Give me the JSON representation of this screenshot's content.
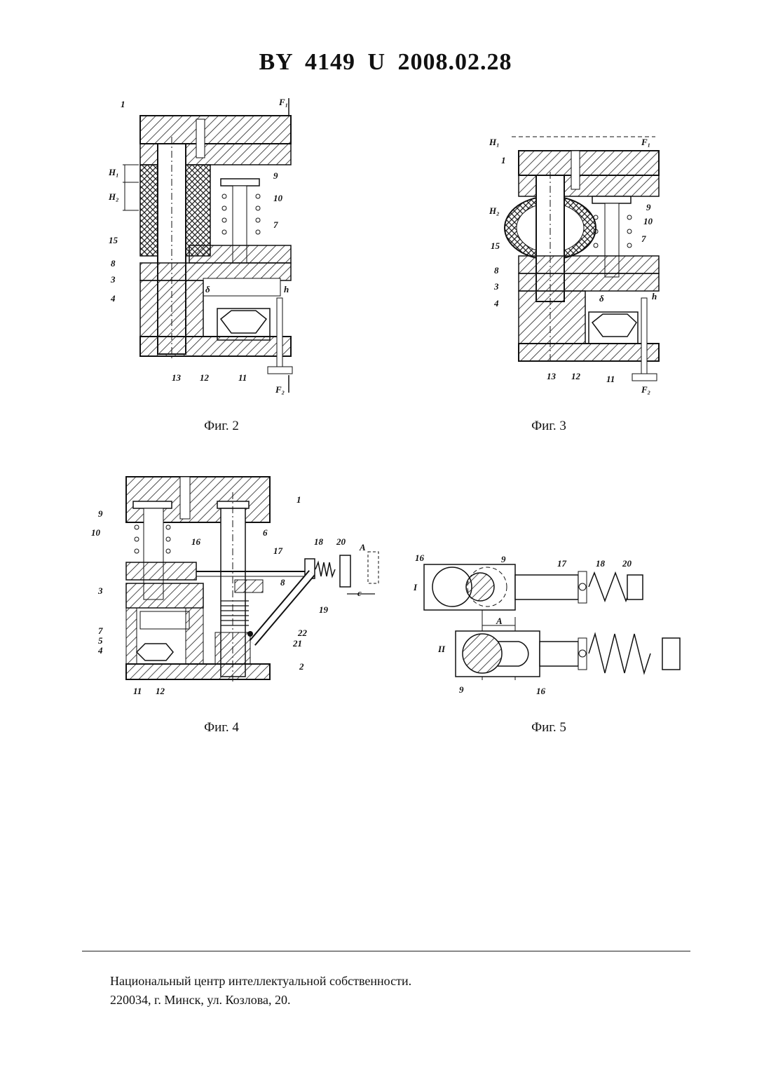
{
  "header": {
    "title": "BY  4149  U  2008.02.28"
  },
  "figures": [
    {
      "caption": "Фиг. 2",
      "labels": [
        "1",
        "F1",
        "H1",
        "H2",
        "9",
        "10",
        "15",
        "7",
        "8",
        "3",
        "δ",
        "h",
        "4",
        "13",
        "12",
        "11",
        "F2"
      ]
    },
    {
      "caption": "Фиг. 3",
      "labels": [
        "H1",
        "F1",
        "1",
        "H2",
        "9",
        "10",
        "15",
        "7",
        "8",
        "3",
        "h",
        "δ",
        "4",
        "13",
        "12",
        "11",
        "F2"
      ]
    },
    {
      "caption": "Фиг. 4",
      "labels": [
        "1",
        "9",
        "10",
        "6",
        "16",
        "17",
        "18",
        "20",
        "A",
        "3",
        "8",
        "c",
        "7",
        "5",
        "4",
        "19",
        "22",
        "21",
        "2",
        "11",
        "12"
      ]
    },
    {
      "caption": "Фиг. 5",
      "labels": [
        "16",
        "9",
        "17",
        "18",
        "20",
        "I",
        "A",
        "II",
        "9",
        "16"
      ]
    }
  ],
  "footer": {
    "line1": "Национальный центр интеллектуальной собственности.",
    "line2": "220034, г. Минск, ул. Козлова, 20."
  }
}
